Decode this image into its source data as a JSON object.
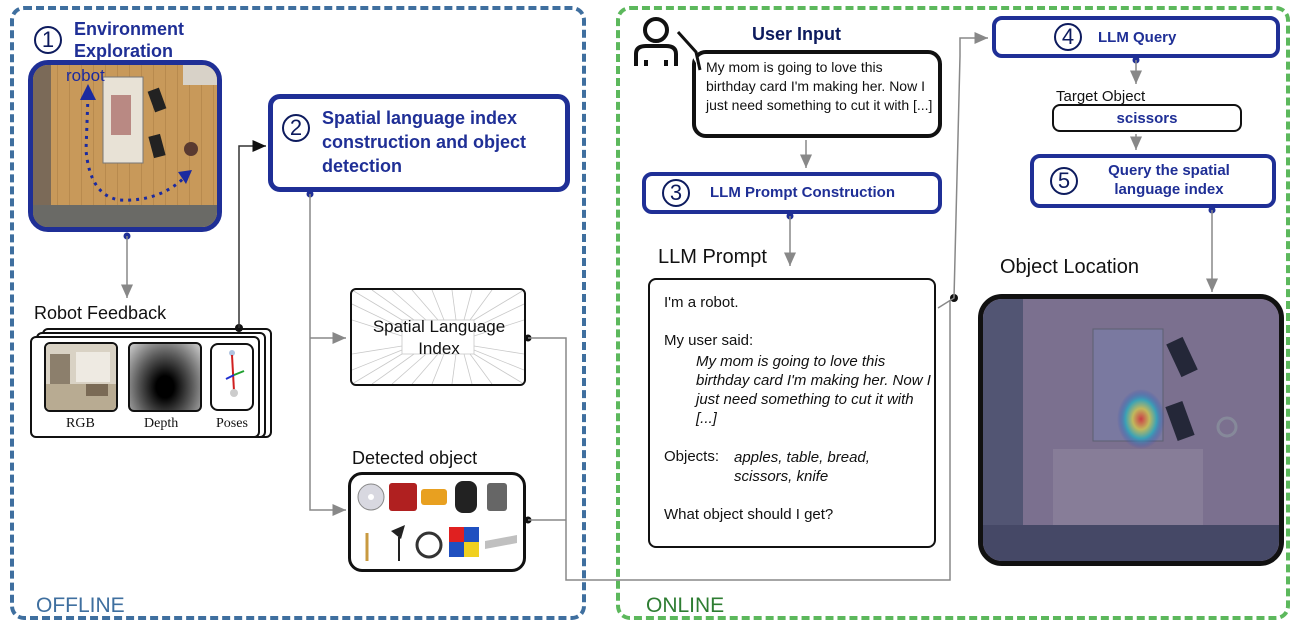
{
  "offline": {
    "label": "OFFLINE",
    "step1": {
      "num": "1",
      "title": "Environment Exploration",
      "robot_label": "robot"
    },
    "robot_feedback": {
      "title": "Robot Feedback",
      "items": [
        "RGB",
        "Depth",
        "Poses"
      ]
    },
    "step2": {
      "num": "2",
      "title": "Spatial language index construction and object detection"
    },
    "spatial_index": {
      "title": "Spatial Language Index"
    },
    "detected": {
      "title": "Detected object"
    }
  },
  "online": {
    "label": "ONLINE",
    "user_input": {
      "title": "User Input",
      "text": "My mom is going to love this birthday card I'm making her. Now I just need something to cut it with [...]"
    },
    "step3": {
      "num": "3",
      "title": "LLM Prompt Construction"
    },
    "llm_prompt": {
      "title": "LLM Prompt",
      "line1": "I'm a robot.",
      "user_said_label": "My user said:",
      "user_said": "My mom is going to love this birthday card I'm making her. Now I just need something to cut it with [...]",
      "objects_label": "Objects:",
      "objects": "apples, table, bread, scissors, knife",
      "question": "What object should I get?"
    },
    "step4": {
      "num": "4",
      "title": "LLM Query"
    },
    "target": {
      "label": "Target Object",
      "value": "scissors"
    },
    "step5": {
      "num": "5",
      "title": "Query the spatial language index"
    },
    "object_location": {
      "title": "Object Location"
    }
  },
  "colors": {
    "offline_border": "#3f6f9f",
    "online_border": "#5cb85c",
    "step_blue": "#1f2f96",
    "path_blue": "#1b2aa0"
  }
}
